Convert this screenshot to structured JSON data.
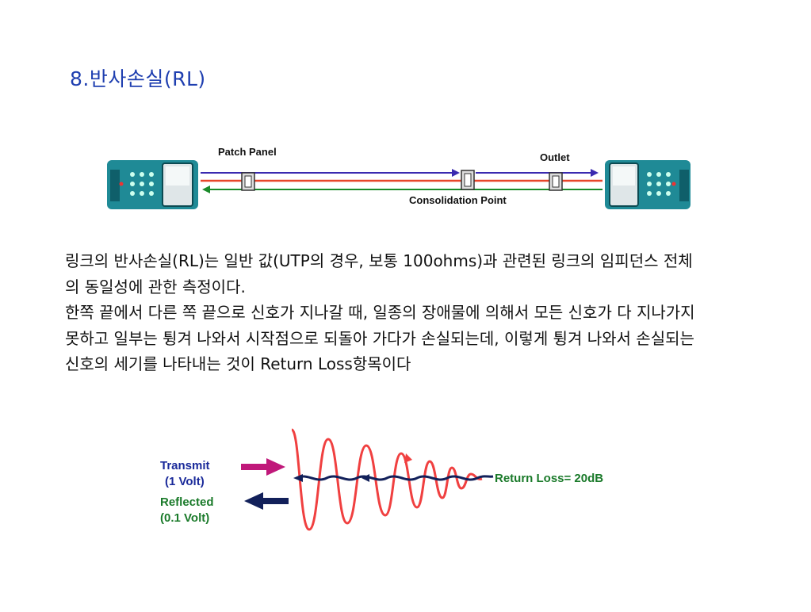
{
  "title": "8.반사손실(RL)",
  "diagram_top": {
    "patch_panel_label": "Patch Panel",
    "outlet_label": "Outlet",
    "consolidation_point_label": "Consolidation Point"
  },
  "body": {
    "paragraph1": "링크의 반사손실(RL)는 일반 값(UTP의 경우, 보통 100ohms)과 관련된 링크의 임피던스 전체의 동일성에 관한 측정이다.",
    "paragraph2": "한쪽 끝에서 다른 쪽 끝으로 신호가 지나갈 때, 일종의 장애물에 의해서 모든 신호가 다 지나가지 못하고 일부는 튕겨 나와서 시작점으로 되돌아 가다가 손실되는데, 이렇게 튕겨 나와서 손실되는 신호의 세기를 나타내는 것이 Return Loss항목이다"
  },
  "diagram_bottom": {
    "transmit_label_1": "Transmit",
    "transmit_label_2": "(1 Volt)",
    "reflected_label_1": "Reflected",
    "reflected_label_2": "(0.1 Volt)",
    "return_loss_label": "Return Loss= 20dB",
    "colors": {
      "transmit": "#c0187a",
      "reflected": "#12205a",
      "wave": "#f04040",
      "label_blue": "#1a2a9a",
      "label_green": "#1a7a2a"
    }
  }
}
